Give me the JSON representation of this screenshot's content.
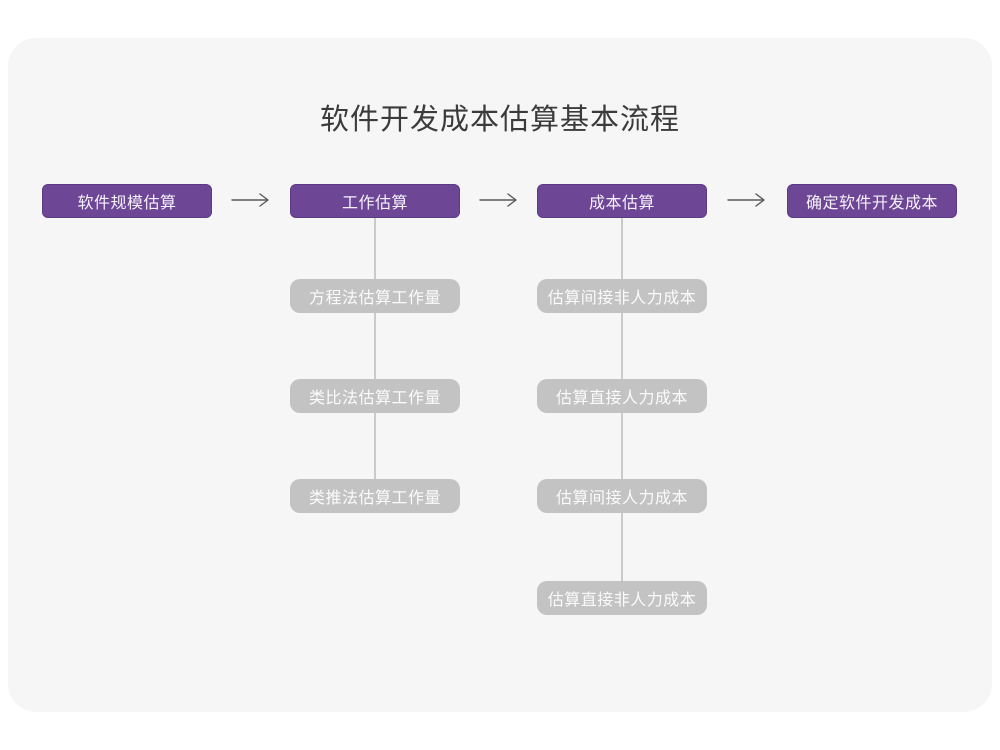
{
  "title": "软件开发成本估算基本流程",
  "flow": {
    "main_nodes": [
      {
        "label": "软件规模估算"
      },
      {
        "label": "工作估算"
      },
      {
        "label": "成本估算"
      },
      {
        "label": "确定软件开发成本"
      }
    ],
    "work_estimation_children": [
      {
        "label": "方程法估算工作量"
      },
      {
        "label": "类比法估算工作量"
      },
      {
        "label": "类推法估算工作量"
      }
    ],
    "cost_estimation_children": [
      {
        "label": "估算间接非人力成本"
      },
      {
        "label": "估算直接人力成本"
      },
      {
        "label": "估算间接人力成本"
      },
      {
        "label": "估算直接非人力成本"
      }
    ]
  },
  "colors": {
    "primary_node": "#6e4696",
    "secondary_node": "#c3c3c3",
    "card_background": "#f6f6f6",
    "connector_line": "#cacaca",
    "arrow": "#595959",
    "title_text": "#3b3b3b"
  }
}
